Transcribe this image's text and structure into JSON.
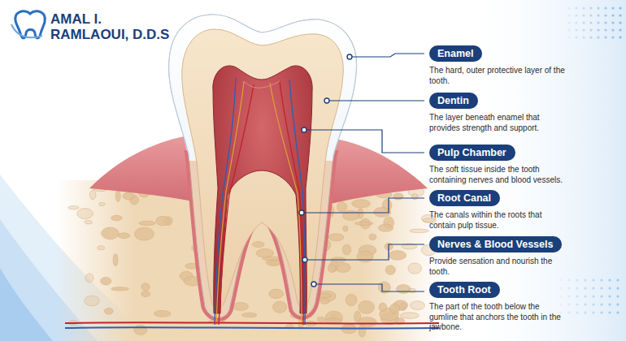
{
  "diagram": {
    "nodes": [
      {
        "text": [
          "Enamel",
          "The hard, outer protective layer of the tooth."
        ]
      },
      {
        "text": [
          "Dentin",
          "The layer beneath enamel that provides strength and support."
        ]
      },
      {
        "text": [
          "Pulp Chamber",
          "The soft tissue inside the tooth containing nerves and blood vessels."
        ]
      },
      {
        "text": [
          "Root Canal",
          "The canals within the roots that contain pulp tissue."
        ]
      },
      {
        "text": [
          "Nerves & Blood Vessels",
          "Provide sensation and nourish the tooth."
        ]
      },
      {
        "text": [
          "Tooth Root",
          "The part of the tooth below the gumline that anchors the tooth in the jawbone."
        ]
      }
    ],
    "labels": [
      "AMAL I. RAMLAOUI, D.D.S"
    ]
  }
}
